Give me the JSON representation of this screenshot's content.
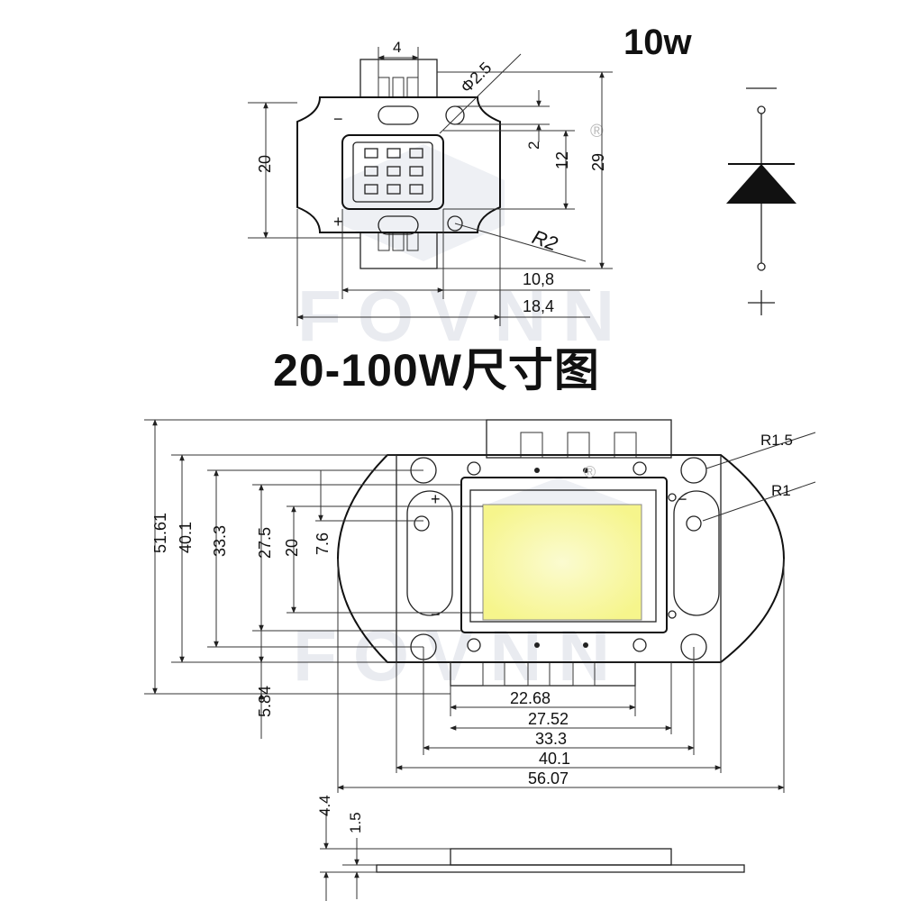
{
  "top_title": "10w",
  "mid_title": "20-100W尺寸图",
  "watermark": "FOVNN",
  "registered_mark": "®",
  "symbol": {
    "minus": "−",
    "plus": "+"
  },
  "small_drawing": {
    "dims": {
      "pin_width": "4",
      "hole_dia": "Φ2.5",
      "height_left": "20",
      "pin_gap": "2",
      "chip_height": "12",
      "total_height": "29",
      "radius": "R2",
      "width_inner": "10,8",
      "width_total": "18,4"
    },
    "polarity": {
      "minus": "−",
      "plus": "+"
    }
  },
  "large_drawing": {
    "dims": {
      "h_total": "51.61",
      "h_40": "40.1",
      "h_33": "33.3",
      "h_27": "27.5",
      "h_20": "20",
      "h_7": "7.6",
      "h_584": "5.84",
      "w_2268": "22.68",
      "w_2752": "27.52",
      "w_333": "33.3",
      "w_401": "40.1",
      "w_5607": "56.07",
      "r15": "R1.5",
      "r1": "R1"
    },
    "polarity": {
      "plus": "+",
      "minus": "−",
      "minus_low": "−"
    }
  },
  "side_view": {
    "h_44": "4.4",
    "h_15": "1.5"
  },
  "colors": {
    "led_chip": "#f6f58c",
    "led_glow": "#fbfbd0",
    "line": "#222222"
  }
}
